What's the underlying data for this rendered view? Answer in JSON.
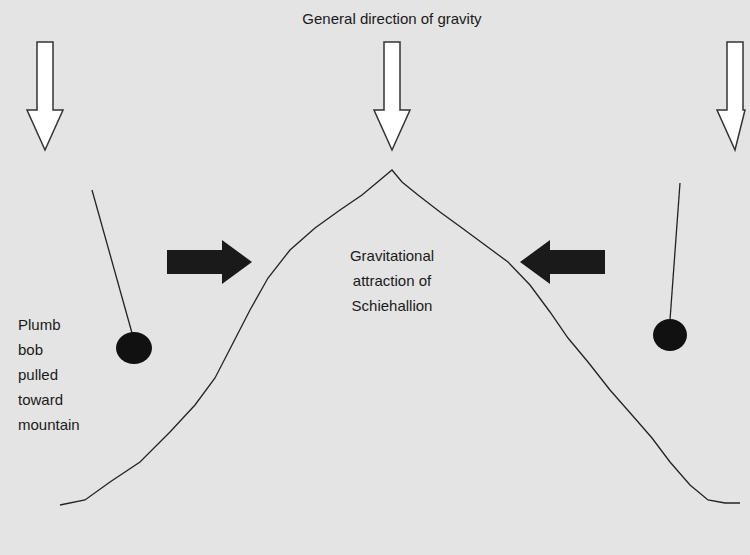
{
  "diagram": {
    "labels": [
      "General direction of gravity",
      "Gravitational attraction of Schiehallion",
      "Plumb bob pulled toward mountain"
    ]
  }
}
